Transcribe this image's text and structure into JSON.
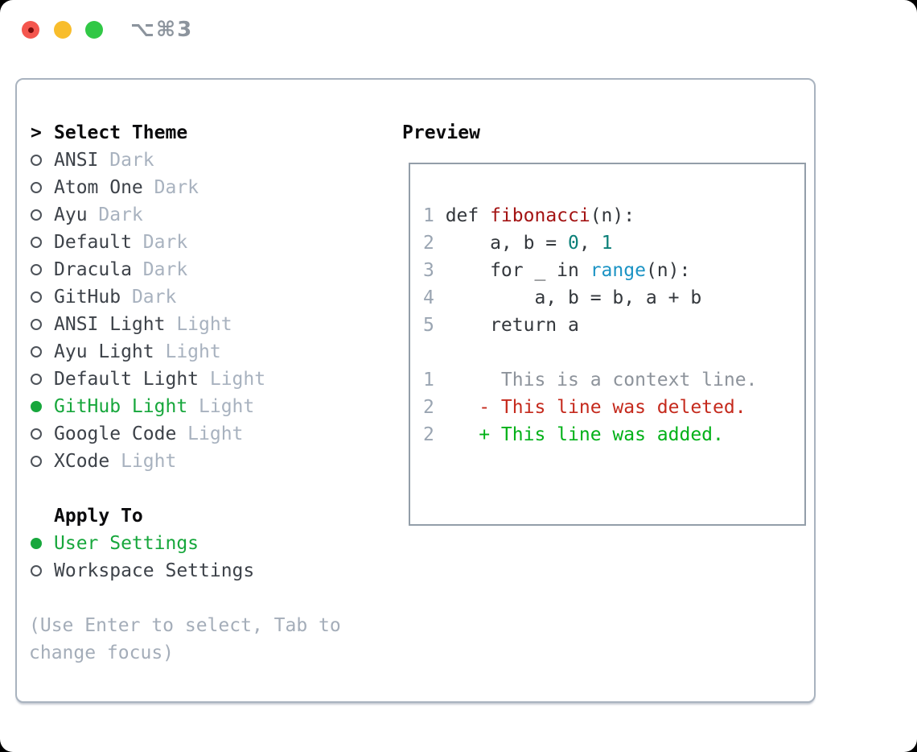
{
  "window": {
    "title": "⌥⌘3"
  },
  "traffic_lights": [
    {
      "id": "close"
    },
    {
      "id": "minimize"
    },
    {
      "id": "zoom"
    }
  ],
  "theme_panel": {
    "header_prefix": ">",
    "header": "Select Theme",
    "items": [
      {
        "name": "ANSI",
        "tag": "Dark",
        "selected": false
      },
      {
        "name": "Atom One",
        "tag": "Dark",
        "selected": false
      },
      {
        "name": "Ayu",
        "tag": "Dark",
        "selected": false
      },
      {
        "name": "Default",
        "tag": "Dark",
        "selected": false
      },
      {
        "name": "Dracula",
        "tag": "Dark",
        "selected": false
      },
      {
        "name": "GitHub",
        "tag": "Dark",
        "selected": false
      },
      {
        "name": "ANSI Light",
        "tag": "Light",
        "selected": false
      },
      {
        "name": "Ayu Light",
        "tag": "Light",
        "selected": false
      },
      {
        "name": "Default Light",
        "tag": "Light",
        "selected": false
      },
      {
        "name": "GitHub Light",
        "tag": "Light",
        "selected": true
      },
      {
        "name": "Google Code",
        "tag": "Light",
        "selected": false
      },
      {
        "name": "XCode",
        "tag": "Light",
        "selected": false
      }
    ],
    "apply_to": {
      "header": "Apply To",
      "options": [
        {
          "name": "User Settings",
          "selected": true
        },
        {
          "name": "Workspace Settings",
          "selected": false
        }
      ]
    },
    "hint_lines": [
      "(Use Enter to select, Tab to",
      "change focus)"
    ]
  },
  "preview": {
    "header": "Preview",
    "lines": [
      {
        "ln": "1",
        "segs": [
          [
            "d",
            "def "
          ],
          [
            "title",
            "fibonacci"
          ],
          [
            "d",
            "(n):"
          ]
        ]
      },
      {
        "ln": "2",
        "segs": [
          [
            "d",
            "    a, b = "
          ],
          [
            "num",
            "0"
          ],
          [
            "d",
            ", "
          ],
          [
            "num",
            "1"
          ]
        ]
      },
      {
        "ln": "3",
        "segs": [
          [
            "d",
            "    for _ in "
          ],
          [
            "builtin",
            "range"
          ],
          [
            "d",
            "(n):"
          ]
        ]
      },
      {
        "ln": "4",
        "segs": [
          [
            "d",
            "        a, b = b, a + b"
          ]
        ]
      },
      {
        "ln": "5",
        "segs": [
          [
            "d",
            "    return a"
          ]
        ]
      },
      {
        "blank": true
      },
      {
        "ln": "1",
        "segs": [
          [
            "ctx",
            "     This is a context line."
          ]
        ]
      },
      {
        "ln": "2",
        "segs": [
          [
            "del",
            "   - This line was deleted."
          ]
        ]
      },
      {
        "ln": "2",
        "segs": [
          [
            "add",
            "   + This line was added."
          ]
        ]
      }
    ]
  },
  "colors": {
    "selection_green": "#17a73c",
    "added_green": "#02b118",
    "deleted_red": "#c52a1d",
    "context_gray": "#8d939b",
    "code_default": "#33373c",
    "function_red": "#a31313",
    "number_teal": "#0b7f78",
    "builtin_blue": "#1b93c4",
    "line_number_gray": "#9aa5b2",
    "tag_gray": "#a8b2bf",
    "hint_gray": "#a4adb9",
    "ring_gray": "#4e535a",
    "panel_border": "#a9b3bf",
    "preview_border": "#939ea9",
    "traffic_red": "#f4564e",
    "traffic_yellow": "#f8bd2c",
    "traffic_green": "#31c846",
    "title_gray": "#8c949d"
  }
}
